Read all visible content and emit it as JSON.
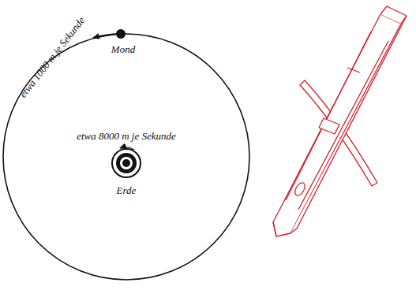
{
  "diagram": {
    "labels": [
      "etwa 1000 m je Sekunde",
      "Mond",
      "etwa 8000 m je Sekunde",
      "Erde"
    ]
  }
}
